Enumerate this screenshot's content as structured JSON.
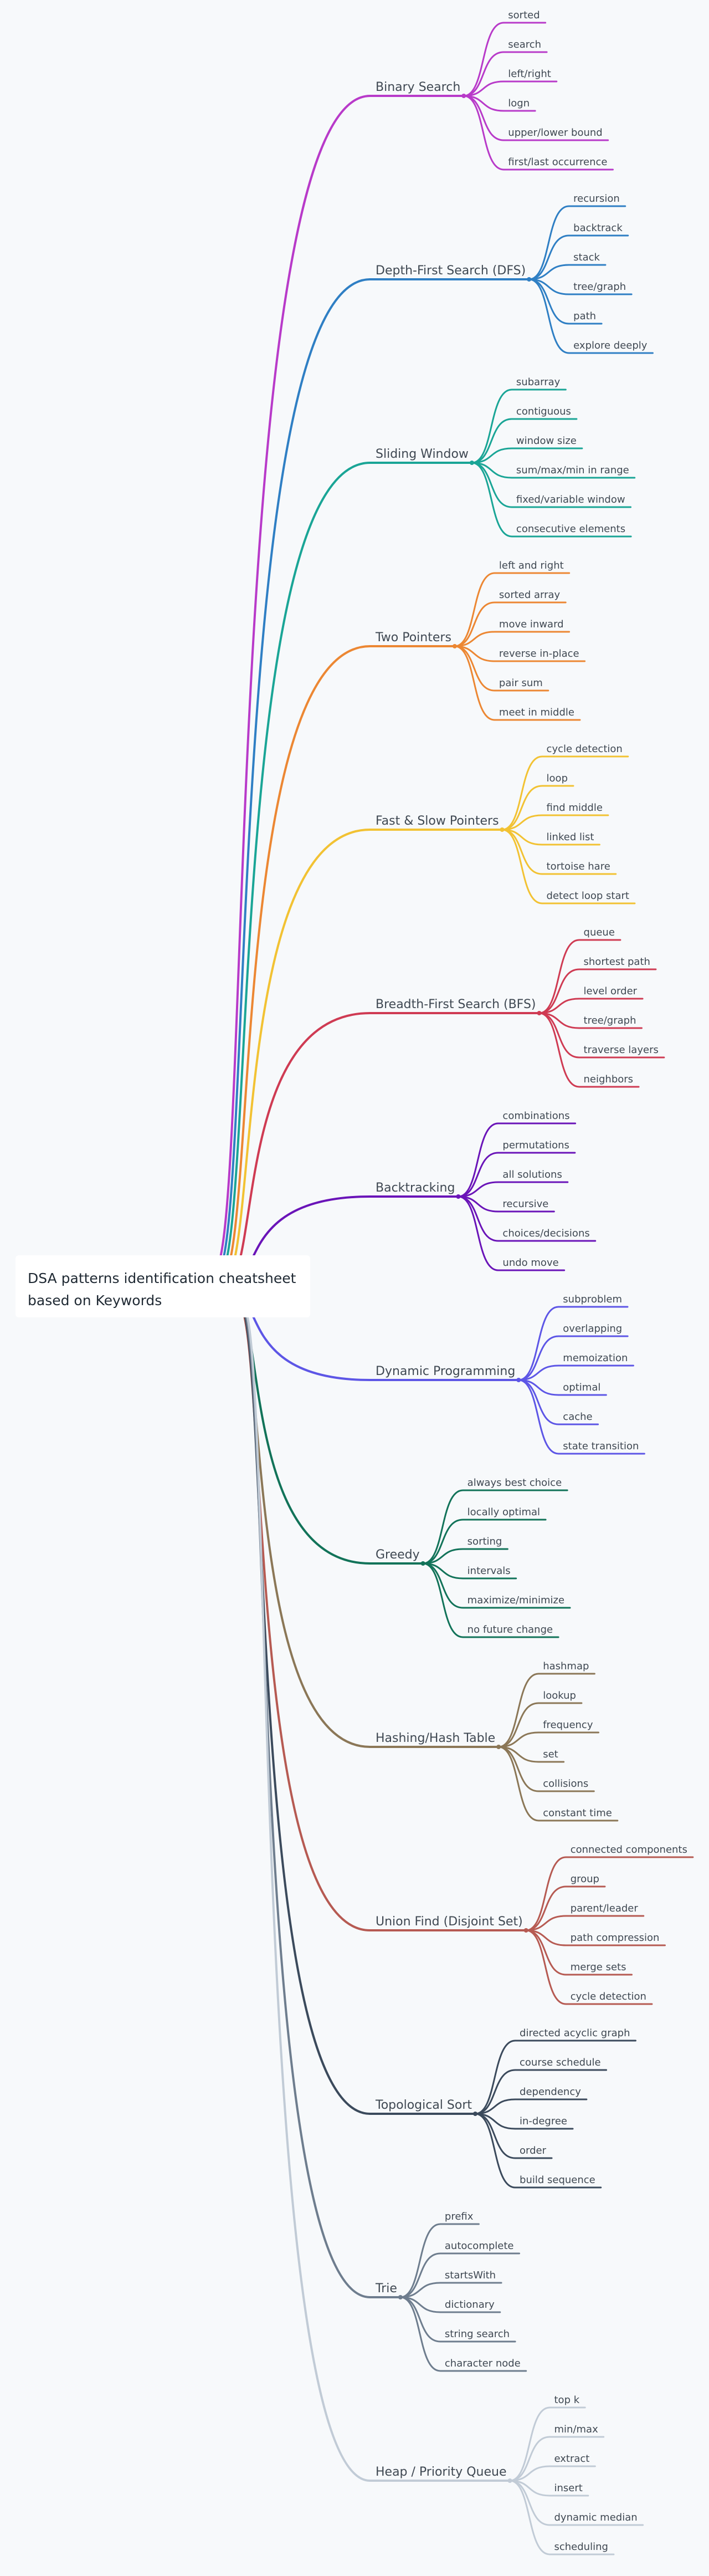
{
  "root": {
    "title_line1": "DSA patterns identification cheatsheet",
    "title_line2": "based on Keywords"
  },
  "categories": [
    {
      "name": "Binary Search",
      "color": "#b83ac9",
      "keywords": [
        "sorted",
        "search",
        "left/right",
        "logn",
        "upper/lower bound",
        "first/last occurrence"
      ]
    },
    {
      "name": "Depth-First Search (DFS)",
      "color": "#2f7fc4",
      "keywords": [
        "recursion",
        "backtrack",
        "stack",
        "tree/graph",
        "path",
        "explore deeply"
      ]
    },
    {
      "name": "Sliding Window",
      "color": "#1aa596",
      "keywords": [
        "subarray",
        "contiguous",
        "window size",
        "sum/max/min in range",
        "fixed/variable window",
        "consecutive elements"
      ]
    },
    {
      "name": "Two Pointers",
      "color": "#ec8733",
      "keywords": [
        "left and right",
        "sorted array",
        "move inward",
        "reverse in-place",
        "pair sum",
        "meet in middle"
      ]
    },
    {
      "name": "Fast & Slow Pointers",
      "color": "#f2c233",
      "keywords": [
        "cycle detection",
        "loop",
        "find middle",
        "linked list",
        "tortoise hare",
        "detect loop start"
      ]
    },
    {
      "name": "Breadth-First Search (BFS)",
      "color": "#cf3b53",
      "keywords": [
        "queue",
        "shortest path",
        "level order",
        "tree/graph",
        "traverse layers",
        "neighbors"
      ]
    },
    {
      "name": "Backtracking",
      "color": "#6a14b8",
      "keywords": [
        "combinations",
        "permutations",
        "all solutions",
        "recursive",
        "choices/decisions",
        "undo move"
      ]
    },
    {
      "name": "Dynamic Programming",
      "color": "#5d56e6",
      "keywords": [
        "subproblem",
        "overlapping",
        "memoization",
        "optimal",
        "cache",
        "state transition"
      ]
    },
    {
      "name": "Greedy",
      "color": "#127359",
      "keywords": [
        "always best choice",
        "locally optimal",
        "sorting",
        "intervals",
        "maximize/minimize",
        "no future change"
      ]
    },
    {
      "name": "Hashing/Hash Table",
      "color": "#8b7757",
      "keywords": [
        "hashmap",
        "lookup",
        "frequency",
        "set",
        "collisions",
        "constant time"
      ]
    },
    {
      "name": "Union Find (Disjoint Set)",
      "color": "#b65a52",
      "keywords": [
        "connected components",
        "group",
        "parent/leader",
        "path compression",
        "merge sets",
        "cycle detection"
      ]
    },
    {
      "name": "Topological Sort",
      "color": "#3b4a5c",
      "keywords": [
        "directed acyclic graph",
        "course schedule",
        "dependency",
        "in-degree",
        "order",
        "build sequence"
      ]
    },
    {
      "name": "Trie",
      "color": "#6e7d8e",
      "keywords": [
        "prefix",
        "autocomplete",
        "startsWith",
        "dictionary",
        "string search",
        "character node"
      ]
    },
    {
      "name": "Heap / Priority Queue",
      "color": "#c1cbd6",
      "keywords": [
        "top k",
        "min/max",
        "extract",
        "insert",
        "dynamic median",
        "scheduling"
      ]
    }
  ]
}
